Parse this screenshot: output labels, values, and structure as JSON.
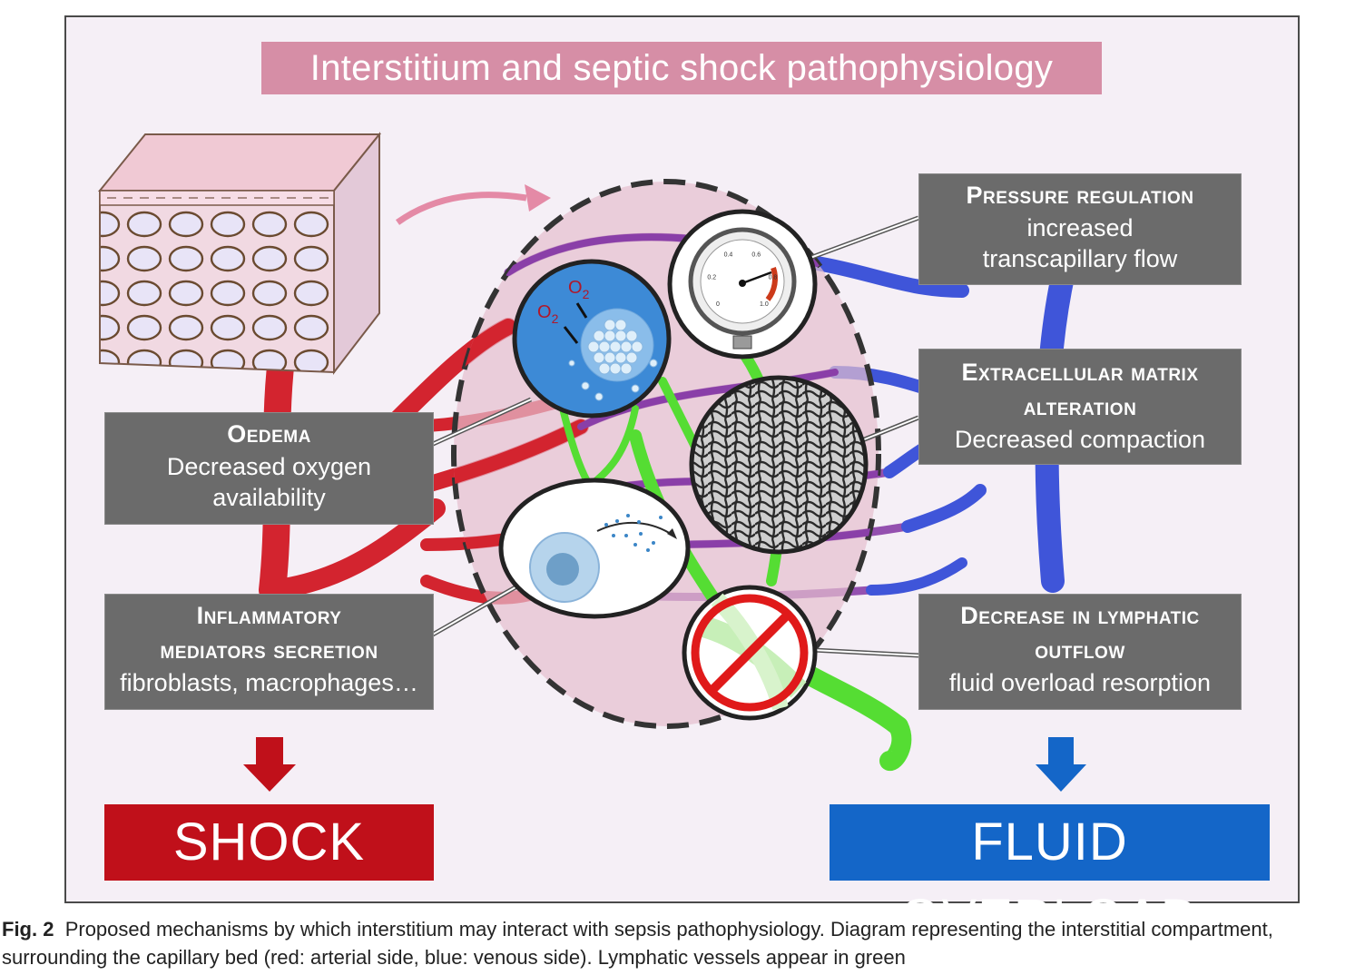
{
  "title": "Interstitium and septic shock pathophysiology",
  "boxes": {
    "pressure": {
      "head": "Pressure regulation",
      "sub1": "increased",
      "sub2": "transcapillary flow"
    },
    "ecm": {
      "head1": "Extracellular matrix",
      "head2": "alteration",
      "sub": "Decreased compaction"
    },
    "lymph": {
      "head1": "Decrease in lymphatic",
      "head2": "outflow",
      "sub": "fluid overload resorption"
    },
    "oedema": {
      "head": "Oedema",
      "sub1": "Decreased oxygen",
      "sub2": "availability"
    },
    "inflam": {
      "head1": "Inflammatory",
      "head2": "mediators secretion",
      "sub": "fibroblasts, macrophages…"
    }
  },
  "outcomes": {
    "shock": "SHOCK",
    "fluid": "FLUID OVERLOAD"
  },
  "gauge": {
    "ticks": [
      "0",
      "0.2",
      "0.4",
      "0.6",
      "0.8",
      "1.0"
    ]
  },
  "o2": {
    "label1": "O",
    "label2": "O",
    "sub": "2"
  },
  "caption": {
    "label": "Fig. 2",
    "text": "Proposed mechanisms by which interstitium may interact with sepsis pathophysiology. Diagram representing the interstitial compartment, surrounding the capillary bed (red: arterial side, blue: venous side). Lymphatic vessels appear in green"
  },
  "colors": {
    "arterial": "#d3242f",
    "venous": "#3f55d9",
    "lymphatic": "#55dd33",
    "shock": "#c0101a",
    "fluid": "#1466c8",
    "box": "#6b6b6b",
    "title": "#d68ea6"
  }
}
